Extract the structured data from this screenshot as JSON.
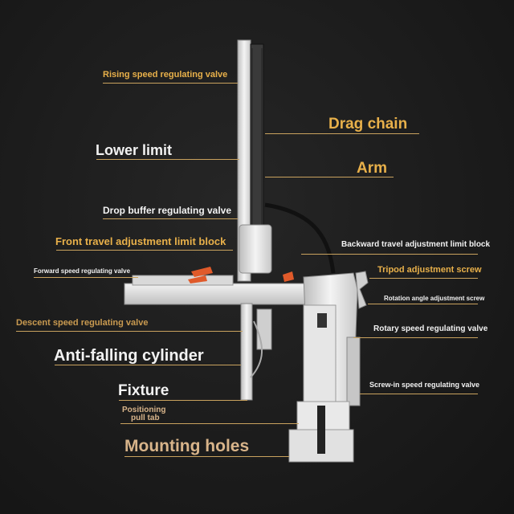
{
  "colors": {
    "background": "#1b1b1b",
    "label_white": "#f2f2f2",
    "label_gold": "#e8b04a",
    "label_tan": "#d8b48a",
    "leader_line": "#c9a25e",
    "machine_body": "#e9e9e9",
    "accent_red": "#e05a2a"
  },
  "labels": {
    "rising_speed_valve": "Rising speed regulating valve",
    "drag_chain": "Drag chain",
    "lower_limit": "Lower limit",
    "arm": "Arm",
    "drop_buffer_valve": "Drop buffer regulating valve",
    "front_travel_limit": "Front travel adjustment limit block",
    "backward_travel_limit": "Backward travel adjustment limit block",
    "forward_speed_valve": "Forward speed regulating valve",
    "tripod_screw": "Tripod adjustment screw",
    "rotation_angle_screw": "Rotation angle adjustment screw",
    "descent_speed_valve": "Descent speed regulating valve",
    "rotary_speed_valve": "Rotary speed regulating valve",
    "anti_falling_cylinder": "Anti-falling cylinder",
    "fixture": "Fixture",
    "screw_in_speed_valve": "Screw-in speed regulating valve",
    "positioning_pull_tab_1": "Positioning",
    "positioning_pull_tab_2": "pull tab",
    "mounting_holes": "Mounting holes"
  }
}
